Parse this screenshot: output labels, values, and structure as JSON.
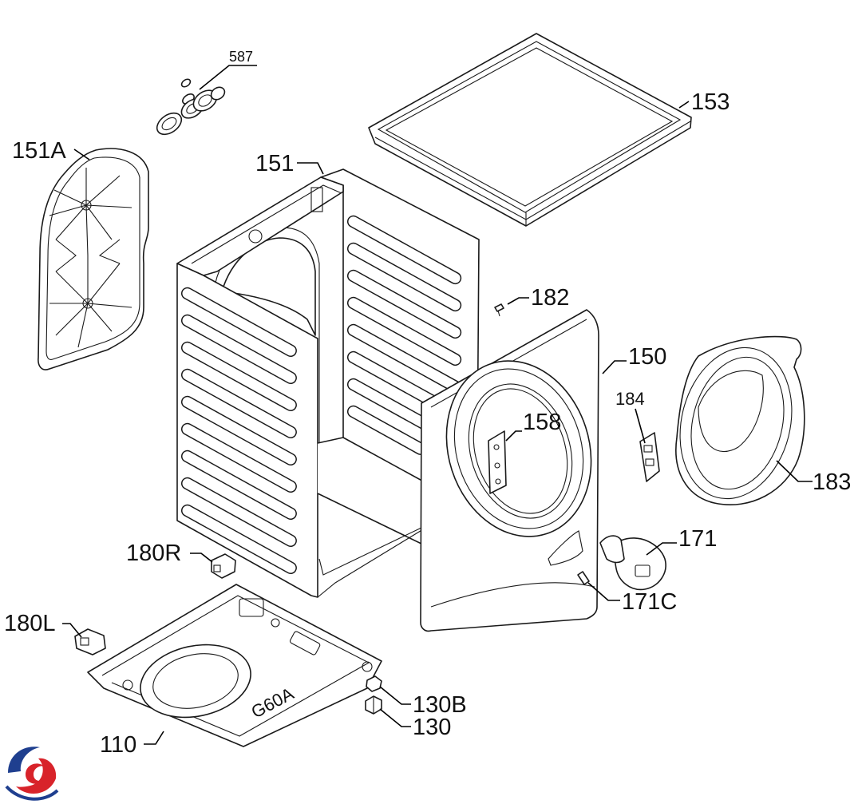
{
  "labels": {
    "p587": "587",
    "p153": "153",
    "p151A": "151A",
    "p151": "151",
    "p182": "182",
    "p150": "150",
    "p184": "184",
    "p158": "158",
    "p183": "183",
    "p180R": "180R",
    "p171": "171",
    "p171C": "171C",
    "p180L": "180L",
    "p130B": "130B",
    "p130": "130",
    "p110": "110",
    "base_stamp": "G60A"
  },
  "colors": {
    "logo_blue": "#1f3f8f",
    "logo_red": "#d8232a"
  }
}
